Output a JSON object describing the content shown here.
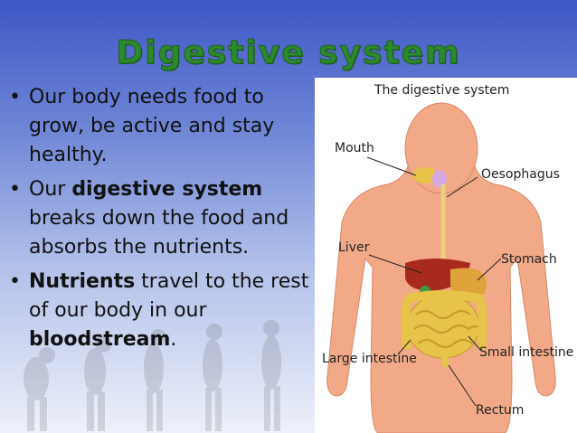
{
  "title": "Digestive system",
  "bullets": {
    "b1": "Our body needs food to grow, be active and stay healthy.",
    "b2_pre": "Our ",
    "b2_bold": "digestive system",
    "b2_post": " breaks down the food and absorbs the nutrients.",
    "b3_bold1": "Nutrients",
    "b3_mid": " travel to the rest of our body in our ",
    "b3_bold2": "bloodstream",
    "b3_end": "."
  },
  "bullet_char": "•",
  "diagram": {
    "title": "The digestive system",
    "labels": {
      "mouth": "Mouth",
      "oesophagus": "Oesophagus",
      "liver": "Liver",
      "stomach": "Stomach",
      "large_intestine": "Large intestine",
      "small_intestine": "Small intestine",
      "rectum": "Rectum"
    }
  },
  "colors": {
    "title_green": "#2c8a2c",
    "skin": "#f2a988",
    "liver": "#a82a1e",
    "stomach": "#e0a23a",
    "intestine": "#e8c34a"
  }
}
